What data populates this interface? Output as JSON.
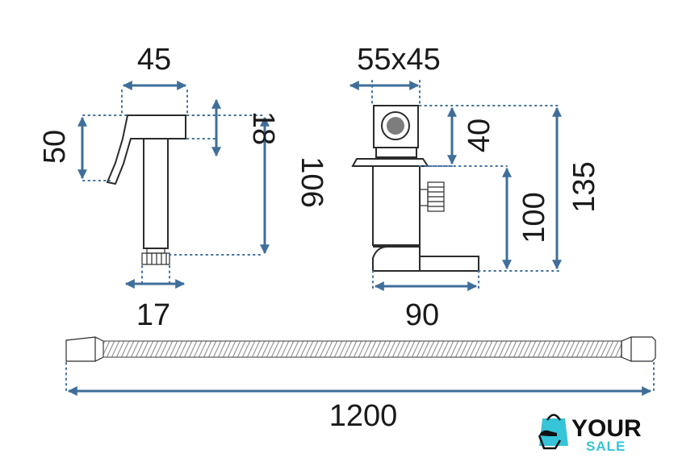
{
  "colors": {
    "dimension": "#3f6e9a",
    "outline": "#2b2b2b",
    "text": "#1a1a1a",
    "logo_dark": "#111111",
    "logo_accent": "#35c4d8"
  },
  "dimensions": {
    "sprayer_width": "45",
    "sprayer_head_height": "50",
    "sprayer_collar_height": "18",
    "sprayer_total_height": "106",
    "sprayer_thread_width": "17",
    "valve_size": "55x45",
    "valve_top_height": "40",
    "valve_body_height": "100",
    "valve_total_height": "135",
    "valve_depth": "90",
    "hose_length": "1200"
  },
  "logo": {
    "word_main": "YOUR",
    "word_sub": "SALE",
    "icon": "shopping-bag-hand-icon"
  }
}
